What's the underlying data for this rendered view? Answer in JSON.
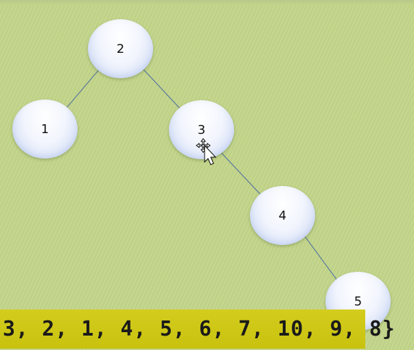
{
  "tree": {
    "nodes": [
      {
        "id": "n2",
        "label": "2"
      },
      {
        "id": "n1",
        "label": "1"
      },
      {
        "id": "n3",
        "label": "3"
      },
      {
        "id": "n4",
        "label": "4"
      },
      {
        "id": "n5",
        "label": "5"
      }
    ],
    "edges": [
      {
        "from": "n2",
        "to": "n1"
      },
      {
        "from": "n2",
        "to": "n3"
      },
      {
        "from": "n3",
        "to": "n4"
      },
      {
        "from": "n4",
        "to": "n5"
      }
    ]
  },
  "sequence": {
    "text": "3, 2, 1, 4, 5, 6, 7, 10, 9, 8}"
  },
  "colors": {
    "background": "#c3d58a",
    "edge": "#5f7f9c",
    "highlight_bar": "#cfc816"
  }
}
